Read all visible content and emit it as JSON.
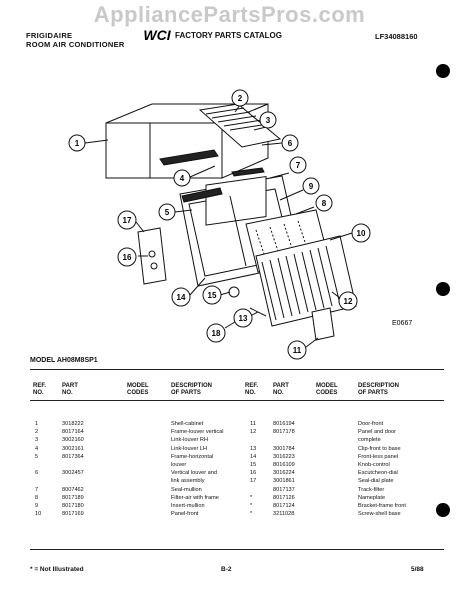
{
  "watermark": "AppliancePartsPros.com",
  "header": {
    "brand_line1": "FRIGIDAIRE",
    "brand_line2": "ROOM AIR CONDITIONER",
    "logo_text": "WCI",
    "catalog_title": "FACTORY PARTS CATALOG",
    "catalog_number": "LF34088160"
  },
  "diagram": {
    "callouts": [
      "1",
      "2",
      "3",
      "4",
      "5",
      "6",
      "7",
      "8",
      "9",
      "10",
      "11",
      "12",
      "13",
      "14",
      "15",
      "16",
      "17",
      "18"
    ],
    "code": "E0667"
  },
  "model_line": "MODEL AH08M8SP1",
  "table": {
    "headers": {
      "ref": "REF.\nNO.",
      "part": "PART\nNO.",
      "model": "MODEL\nCODES",
      "desc": "DESCRIPTION\nOF PARTS"
    },
    "left": [
      {
        "ref": "1",
        "part": "3018222",
        "model": "",
        "desc": "Shell-cabinet"
      },
      {
        "ref": "2",
        "part": "8017164",
        "model": "",
        "desc": "Frame-louver vertical"
      },
      {
        "ref": "3",
        "part": "3002160",
        "model": "",
        "desc": "Link-louver RH"
      },
      {
        "ref": "4",
        "part": "3002161",
        "model": "",
        "desc": "Link-louver LH"
      },
      {
        "ref": "5",
        "part": "8017364",
        "model": "",
        "desc": "Frame-horizontal"
      },
      {
        "ref": "",
        "part": "",
        "model": "",
        "desc": "louver"
      },
      {
        "ref": "6",
        "part": "3002457",
        "model": "",
        "desc": "Vertical louver and"
      },
      {
        "ref": "",
        "part": "",
        "model": "",
        "desc": "link assembly"
      },
      {
        "ref": "7",
        "part": "8007462",
        "model": "",
        "desc": "Seal-mullion"
      },
      {
        "ref": "8",
        "part": "8017189",
        "model": "",
        "desc": "Filter-air with frame"
      },
      {
        "ref": "9",
        "part": "8017180",
        "model": "",
        "desc": "Insert-mullion"
      },
      {
        "ref": "10",
        "part": "8017169",
        "model": "",
        "desc": "Panel-front"
      }
    ],
    "right": [
      {
        "ref": "11",
        "part": "8016194",
        "model": "",
        "desc": "Door-front"
      },
      {
        "ref": "12",
        "part": "8017178",
        "model": "",
        "desc": "Panel and door"
      },
      {
        "ref": "",
        "part": "",
        "model": "",
        "desc": "complete"
      },
      {
        "ref": "13",
        "part": "3001784",
        "model": "",
        "desc": "Clip-front to base"
      },
      {
        "ref": "14",
        "part": "3016223",
        "model": "",
        "desc": "Front-less panel"
      },
      {
        "ref": "15",
        "part": "8016109",
        "model": "",
        "desc": "Knob-control"
      },
      {
        "ref": "16",
        "part": "3016224",
        "model": "",
        "desc": "Escutcheon-dial"
      },
      {
        "ref": "17",
        "part": "3001861",
        "model": "",
        "desc": "Seal-dial plate"
      },
      {
        "ref": "",
        "part": "8017137",
        "model": "",
        "desc": "Track-filter"
      },
      {
        "ref": "*",
        "part": "8017126",
        "model": "",
        "desc": "Nameplate"
      },
      {
        "ref": "*",
        "part": "8017124",
        "model": "",
        "desc": "Bracket-frame front"
      },
      {
        "ref": "*",
        "part": "3211028",
        "model": "",
        "desc": "Screw-shell base"
      }
    ]
  },
  "footer": {
    "note": "* = Not Illustrated",
    "page": "B-2",
    "date": "5/88"
  }
}
